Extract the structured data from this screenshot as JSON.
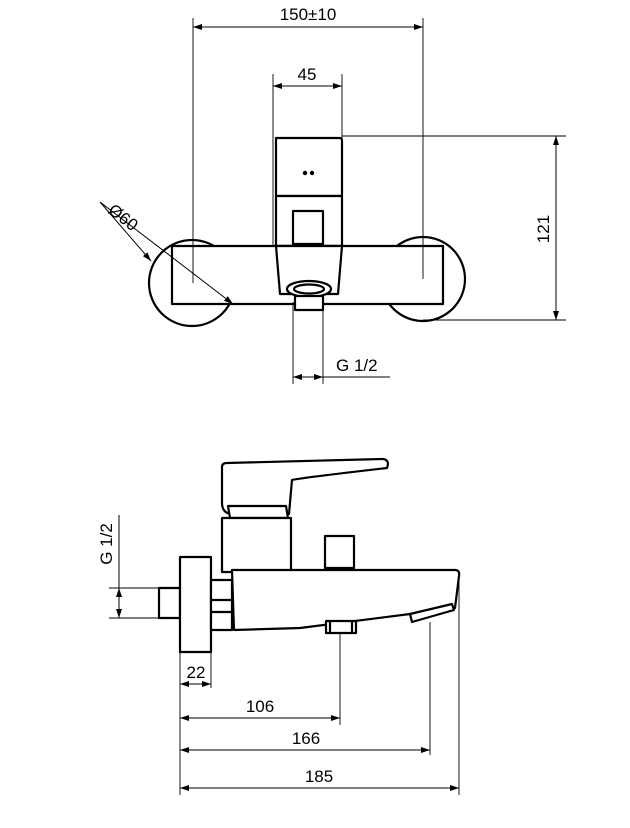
{
  "front_view": {
    "dim_width": "150±10",
    "dim_lever": "45",
    "dim_height": "121",
    "dim_flange": "Ø60",
    "dim_outlet": "G 1/2"
  },
  "side_view": {
    "dim_inlet": "G 1/2",
    "dim_22": "22",
    "dim_106": "106",
    "dim_166": "166",
    "dim_185": "185"
  }
}
